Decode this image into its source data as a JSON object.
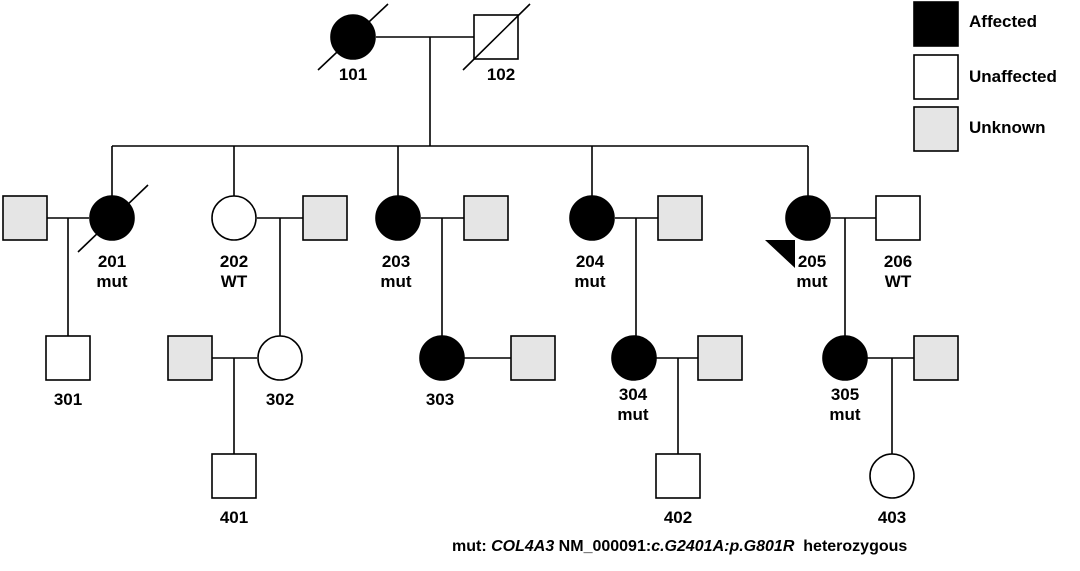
{
  "colors": {
    "affected": "#000000",
    "unaffected": "#ffffff",
    "unknown": "#e5e5e5"
  },
  "legend": {
    "affected": "Affected",
    "unaffected": "Unaffected",
    "unknown": "Unknown"
  },
  "individuals": {
    "i101": {
      "id": "101",
      "status": "affected",
      "deceased": true
    },
    "i102": {
      "id": "102",
      "status": "unaffected",
      "deceased": true
    },
    "i201": {
      "id": "201",
      "status": "affected",
      "deceased": true,
      "genotype": "mut"
    },
    "i202": {
      "id": "202",
      "status": "unaffected",
      "genotype": "WT"
    },
    "i203": {
      "id": "203",
      "status": "affected",
      "genotype": "mut"
    },
    "i204": {
      "id": "204",
      "status": "affected",
      "genotype": "mut"
    },
    "i205": {
      "id": "205",
      "status": "affected",
      "proband": true,
      "genotype": "mut"
    },
    "i206": {
      "id": "206",
      "status": "unaffected",
      "genotype": "WT"
    },
    "i301": {
      "id": "301",
      "status": "unaffected"
    },
    "i302": {
      "id": "302",
      "status": "unaffected"
    },
    "i303": {
      "id": "303",
      "status": "affected"
    },
    "i304": {
      "id": "304",
      "status": "affected",
      "genotype": "mut"
    },
    "i305": {
      "id": "305",
      "status": "affected",
      "genotype": "mut"
    },
    "i401": {
      "id": "401",
      "status": "unaffected"
    },
    "i402": {
      "id": "402",
      "status": "unaffected"
    },
    "i403": {
      "id": "403",
      "status": "unaffected"
    }
  },
  "footnote": {
    "prefix": "mut: ",
    "gene": "COL4A3",
    "transcript": " NM_000091:",
    "variant": "c.G2401A:p.G801R",
    "zygosity": "heterozygous"
  }
}
